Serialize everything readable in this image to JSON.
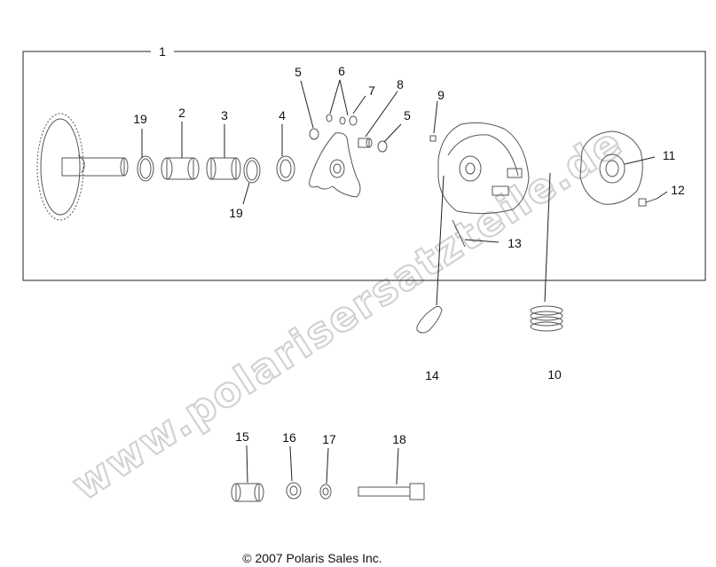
{
  "watermark": "www.polarisersatzteile.de",
  "copyright": "© 2007 Polaris Sales Inc.",
  "callouts": {
    "c1": "1",
    "c2": "2",
    "c3": "3",
    "c4": "4",
    "c5a": "5",
    "c5b": "5",
    "c6": "6",
    "c7": "7",
    "c8": "8",
    "c9": "9",
    "c10": "10",
    "c11": "11",
    "c12": "12",
    "c13": "13",
    "c14": "14",
    "c15": "15",
    "c16": "16",
    "c17": "17",
    "c18": "18",
    "c19a": "19",
    "c19b": "19"
  }
}
